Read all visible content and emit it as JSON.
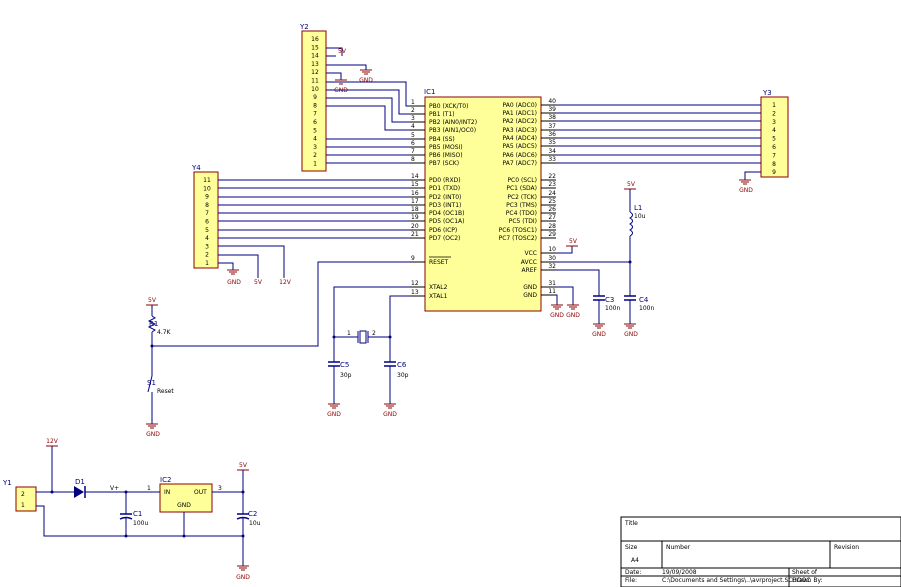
{
  "ic1": {
    "ref": "IC1",
    "left_pins": [
      {
        "num": "1",
        "name": "PB0 (XCK/T0)"
      },
      {
        "num": "2",
        "name": "PB1 (T1)"
      },
      {
        "num": "3",
        "name": "PB2 (AIN0/INT2)"
      },
      {
        "num": "4",
        "name": "PB3 (AIN1/OC0)"
      },
      {
        "num": "5",
        "name": "PB4 (SS)"
      },
      {
        "num": "6",
        "name": "PB5 (MOSI)"
      },
      {
        "num": "7",
        "name": "PB6 (MISO)"
      },
      {
        "num": "8",
        "name": "PB7 (SCK)"
      },
      {
        "num": "14",
        "name": "PD0 (RXD)"
      },
      {
        "num": "15",
        "name": "PD1 (TXD)"
      },
      {
        "num": "16",
        "name": "PD2 (INT0)"
      },
      {
        "num": "17",
        "name": "PD3 (INT1)"
      },
      {
        "num": "18",
        "name": "PD4 (OC1B)"
      },
      {
        "num": "19",
        "name": "PD5 (OC1A)"
      },
      {
        "num": "20",
        "name": "PD6 (ICP)"
      },
      {
        "num": "21",
        "name": "PD7 (OC2)"
      }
    ],
    "right_pins": [
      {
        "num": "40",
        "name": "PA0 (ADC0)"
      },
      {
        "num": "39",
        "name": "PA1 (ADC1)"
      },
      {
        "num": "38",
        "name": "PA2 (ADC2)"
      },
      {
        "num": "37",
        "name": "PA3 (ADC3)"
      },
      {
        "num": "36",
        "name": "PA4 (ADC4)"
      },
      {
        "num": "35",
        "name": "PA5 (ADC5)"
      },
      {
        "num": "34",
        "name": "PA6 (ADC6)"
      },
      {
        "num": "33",
        "name": "PA7 (ADC7)"
      },
      {
        "num": "22",
        "name": "PC0 (SCL)"
      },
      {
        "num": "23",
        "name": "PC1 (SDA)"
      },
      {
        "num": "24",
        "name": "PC2 (TCK)"
      },
      {
        "num": "25",
        "name": "PC3 (TMS)"
      },
      {
        "num": "26",
        "name": "PC4 (TDO)"
      },
      {
        "num": "27",
        "name": "PC5 (TDI)"
      },
      {
        "num": "28",
        "name": "PC6 (TOSC1)"
      },
      {
        "num": "29",
        "name": "PC7 (TOSC2)"
      }
    ],
    "power_pins": [
      {
        "num": "10",
        "name": "VCC"
      },
      {
        "num": "30",
        "name": "AVCC"
      },
      {
        "num": "32",
        "name": "AREF"
      },
      {
        "num": "31",
        "name": "GND"
      },
      {
        "num": "11",
        "name": "GND"
      }
    ],
    "reset_pin": {
      "num": "9",
      "name": "RESET"
    },
    "xtal_pins": [
      {
        "num": "12",
        "name": "XTAL2"
      },
      {
        "num": "13",
        "name": "XTAL1"
      }
    ]
  },
  "y2": {
    "ref": "Y2",
    "pins": [
      "16",
      "15",
      "14",
      "13",
      "12",
      "11",
      "10",
      "9",
      "8",
      "7",
      "6",
      "5",
      "4",
      "3",
      "2",
      "1"
    ]
  },
  "y3": {
    "ref": "Y3",
    "pins": [
      "1",
      "2",
      "3",
      "4",
      "5",
      "6",
      "7",
      "8",
      "9"
    ]
  },
  "y4": {
    "ref": "Y4",
    "pins": [
      "11",
      "10",
      "9",
      "8",
      "7",
      "6",
      "5",
      "4",
      "3",
      "2",
      "1"
    ]
  },
  "y1": {
    "ref": "Y1",
    "pins": [
      "2",
      "1"
    ]
  },
  "ic2": {
    "ref": "IC2",
    "in": "IN",
    "out": "OUT",
    "gnd": "GND",
    "pin1": "1",
    "pin3": "3"
  },
  "crystal": {
    "pin1": "1",
    "pin2": "2"
  },
  "parts": {
    "r1_ref": "R1",
    "r1_val": "4.7K",
    "s1_ref": "S1",
    "s1_val": "Reset",
    "l1_ref": "L1",
    "l1_val": "10u",
    "c3_ref": "C3",
    "c3_val": "100n",
    "c4_ref": "C4",
    "c4_val": "100n",
    "c5_ref": "C5",
    "c5_val": "30p",
    "c6_ref": "C6",
    "c6_val": "30p",
    "c1_ref": "C1",
    "c1_val": "100u",
    "c2_ref": "C2",
    "c2_val": "10u",
    "d1_ref": "D1",
    "vplus": "V+"
  },
  "power": {
    "v5": "5V",
    "v12": "12V",
    "gnd": "GND"
  },
  "title_block": {
    "title": "Title",
    "size_label": "Size",
    "size_value": "A4",
    "number_label": "Number",
    "revision_label": "Revision",
    "date_label": "Date:",
    "date_value": "19/09/2008",
    "sheet_label": "Sheet  of",
    "file_label": "File:",
    "file_value": "C:\\Documents and Settings\\..\\avrproject.SCHDOC",
    "drawn_label": "Drawn By:"
  },
  "colors": {
    "wire": "#000080",
    "component_fill": "#ffff99",
    "component_border": "#8b0000",
    "power": "#8b0000"
  }
}
